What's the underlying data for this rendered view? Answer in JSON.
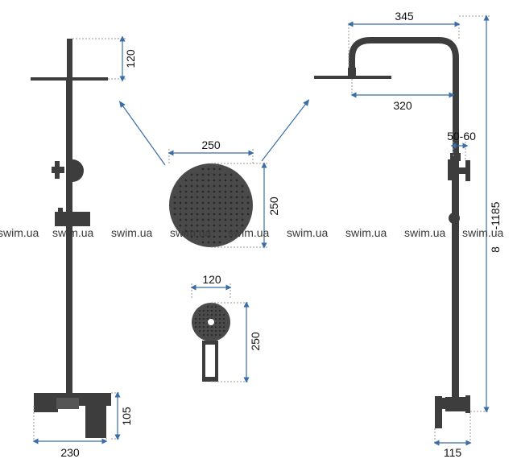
{
  "watermark": "swim.ua",
  "dimensions": {
    "left_head_height": "120",
    "top_width": "345",
    "arm_length": "320",
    "wall_bracket": "50-60",
    "overhead_diameter": "250",
    "overhead_height": "250",
    "hand_width": "120",
    "hand_height": "250",
    "mixer_height": "105",
    "mixer_width": "230",
    "bottom_depth": "115",
    "total_height_a": "-1185",
    "total_height_b": "8"
  },
  "colors": {
    "product": "#3d3d3d",
    "dim_line": "#3a6ea5",
    "guide": "#9a9a9a",
    "arrow": "#3a6ea5"
  }
}
